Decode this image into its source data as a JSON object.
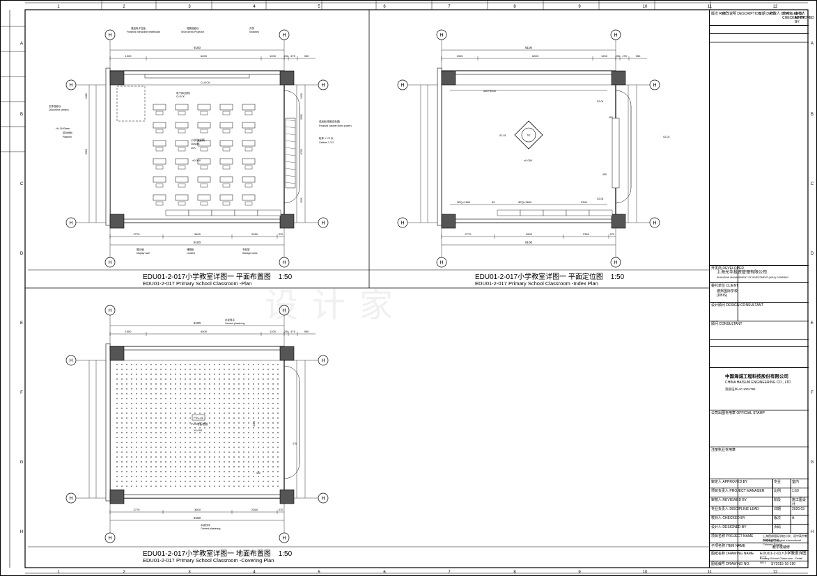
{
  "grid": {
    "columns": [
      "1",
      "2",
      "3",
      "4",
      "5",
      "6",
      "7",
      "8",
      "9",
      "10",
      "11",
      "12"
    ],
    "rows": [
      "A",
      "B",
      "C",
      "D",
      "E",
      "F",
      "G",
      "H"
    ]
  },
  "drawings": [
    {
      "title": "EDU01-2-017小学教室详图一 平面布置图",
      "scale": "1:50",
      "subtitle": "EDU01-2-017 Primary School Classroom -Plan",
      "grid_h_top": "H",
      "grid_h_left": "H",
      "grid_h_right": "H",
      "dims_top": [
        "1900",
        "6000",
        "1200",
        "200",
        "475",
        "950"
      ],
      "overall": "9100",
      "dims_bottom": [
        "2770",
        "3600",
        "2360",
        "370"
      ],
      "dims_right": [
        "1030",
        "2000",
        "6700",
        "1030"
      ],
      "dims_left": [
        "1250",
        "6950"
      ],
      "notes": [
        "成品电子白板",
        "Finished interactive whiteboard",
        "短焦投影仪",
        "Short-throw Projector",
        "开关",
        "Switches",
        "电子钟(自购)",
        "CLOCK",
        "CLOCK",
        "文件投影仪",
        "Document camera",
        "H=1100mm",
        "讲台地台",
        "Platform",
        "成品柜(带固定电源)",
        "Finished cabinet (fixed power)",
        "柜体 1.1*2 米",
        "Cabinet 1.1*2",
        "小学课桌椅",
        "Classes",
        "40人",
        "展示墙",
        "Display wall",
        "储物柜",
        "Lockers",
        "书包架",
        "Storage racks",
        "±0.000"
      ]
    },
    {
      "title": "EDU01-2-017小学教室详图一 平面定位图",
      "scale": "1:50",
      "subtitle": "EDU01-2-017 Primary School Classroom -Index Plan",
      "dims_top": [
        "1900",
        "6000",
        "1200",
        "200",
        "475",
        "950"
      ],
      "overall": "9100",
      "inner_dims": [
        "450+6000",
        "3EQ=1600",
        "50",
        "3EQ=3600",
        "2340"
      ],
      "dims_bottom": [
        "2770",
        "3600",
        "2360",
        "370"
      ],
      "index_marks": [
        "S2-03",
        "S2-04",
        "S2-03",
        "S2-05"
      ],
      "notes": [
        "±0.000",
        "450",
        "450"
      ]
    },
    {
      "title": "EDU01-2-017小学教室详图一 地面布置图",
      "scale": "1:50",
      "subtitle": "EDU01-2-017 Primary School Classroom -Covering Plan",
      "dims_top": [
        "1900",
        "6000",
        "1200",
        "200",
        "475",
        "950"
      ],
      "overall": "9100",
      "dims_bottom": [
        "2770",
        "3600",
        "2360",
        "370"
      ],
      "notes": [
        "水泥找平",
        "Cement plastering",
        "PVC-01",
        "PVC地板地毯",
        "±0.000",
        "水泥找平",
        "Cement plastering",
        "475",
        "450",
        "8400"
      ]
    }
  ],
  "title_block": {
    "revision_header": [
      "版次 REV.",
      "修改说明 DESCRIPTION",
      "日期 DATE",
      "修改人 CHANGED BY",
      "校对人 CHECKED BY",
      "审核人 APPROVED BY"
    ],
    "owner_label": "开发商 DEVELOPER",
    "owner_cn": "上海光华投资管理有限公司",
    "owner_en": "SHANGHAI MANAGEMENT OF INVESTMENT (ASIA) COMPANY",
    "client_label": "委托单位 CLIENT",
    "client_cn": "德邦国际学校",
    "client_en": "(DBIS)",
    "designer_label": "设计顾问 DESIGN CONSULTANT",
    "consultant_label": "顾问 CONSULTANT",
    "company_cn": "中国海诚工程科技股份有限公司",
    "company_en": "CHINA HAISUM ENGINEERING CO., LTD",
    "cert": "资质证书 A0 1001795",
    "stamp_label": "公司出图专用章 OFFICIAL STAMP",
    "reg_stamp_label": "注册执业专用章",
    "approved_label": "审定人 APPROVED BY",
    "pm_label": "项目负责人 PROJECT MANAGER",
    "reviewed_label": "审核人 REVIEWED BY",
    "discipline_label": "专业负责人 DISCIPLINE LEAD",
    "checked_label": "校对人 CHECKED BY",
    "designed_label": "设计人 DESIGNED BY",
    "project_label": "项目名称 PROJECT NAME",
    "project_cn": "上海德邦国际学校小学、初中高中教学楼装修工程",
    "project_en": "Debang Shanghai International Chinese School",
    "item_label": "子项名称 ITEM NAME",
    "item_cn": "教学楼装修",
    "drawing_name_label": "图纸名称 DRAWING NAME",
    "drawing_name": "EDU01-2-017小学教室详图(一)",
    "drawing_name_en": "Primary School Classroom - Detail NO.1",
    "drawing_no_label": "图纸编号 DRAWING NO.",
    "drawing_no": "SY2015-16-190",
    "fields": [
      {
        "label": "专业",
        "value": "室内"
      },
      {
        "label": "比例",
        "value": "1:50"
      },
      {
        "label": "阶段",
        "value": "施工图设计"
      },
      {
        "label": "日期",
        "value": "2020.03"
      },
      {
        "label": "版次",
        "value": "A"
      },
      {
        "label": "页码",
        "value": ""
      }
    ]
  },
  "watermark": "设计家"
}
